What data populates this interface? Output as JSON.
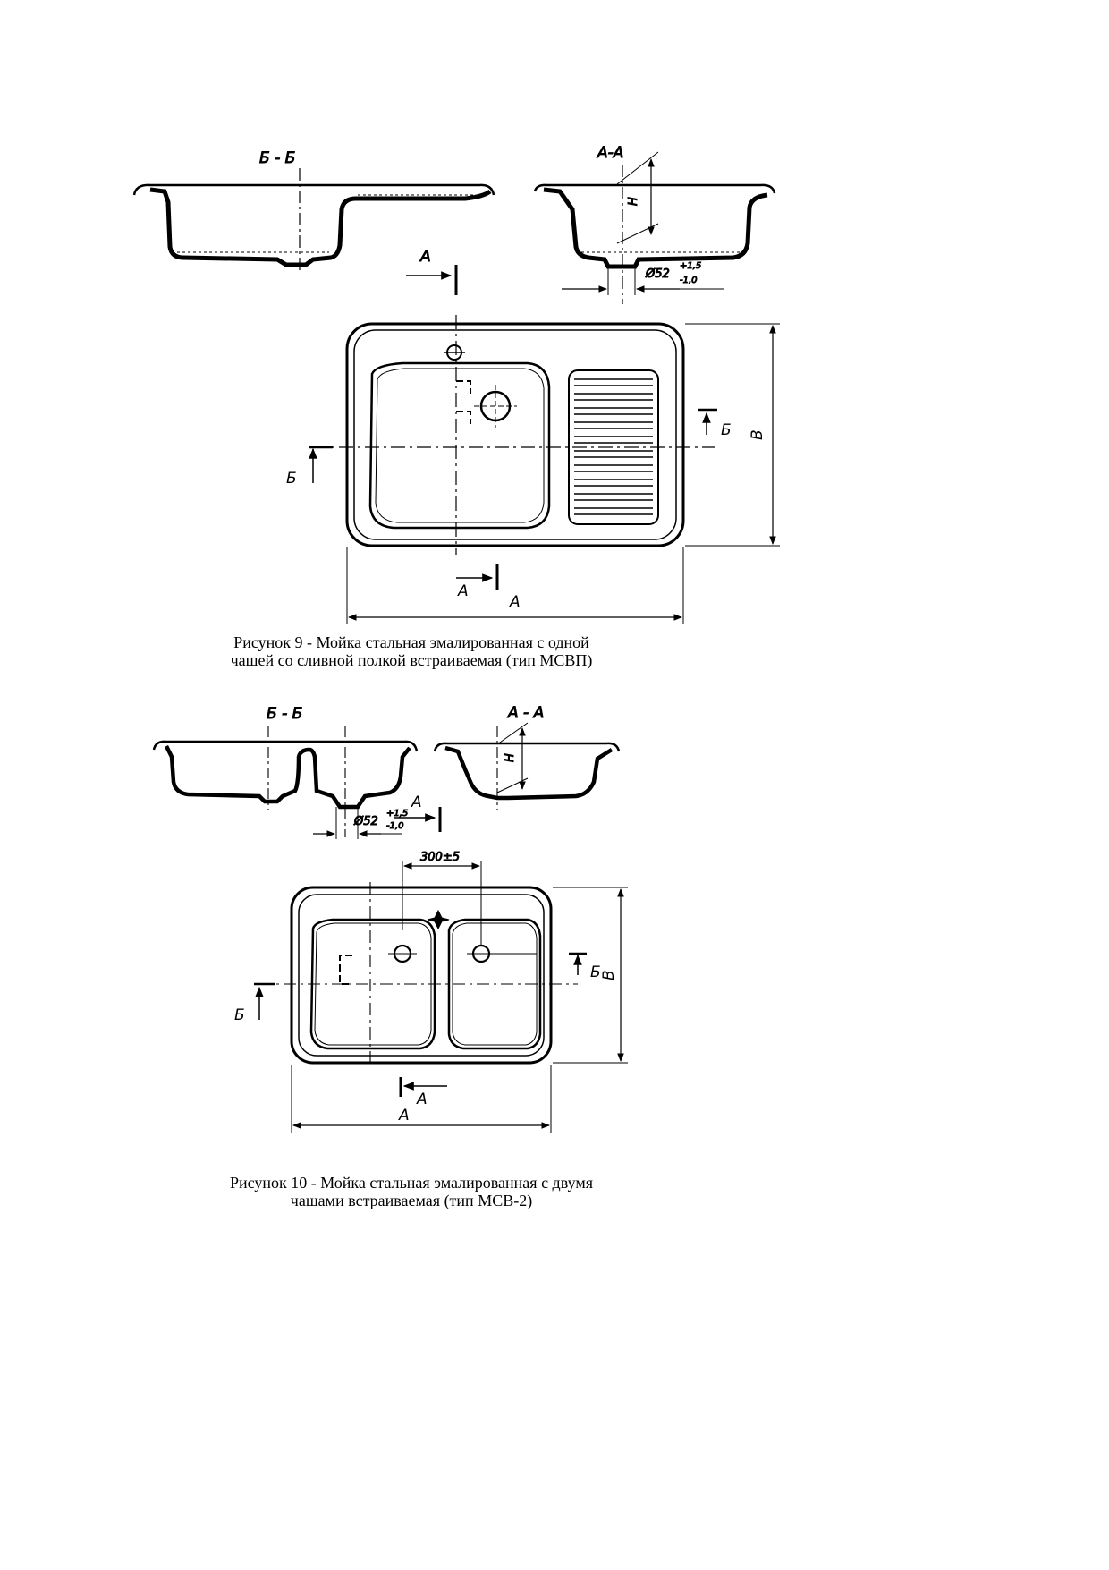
{
  "figure9": {
    "label_section_bb": "Б - Б",
    "label_section_aa": "А-А",
    "label_h": "Н",
    "drain_diameter": "Ø52",
    "tol_plus": "+1,5",
    "tol_minus": "-1,0",
    "label_a": "А",
    "label_b": "Б",
    "label_width": "А",
    "label_depth": "В",
    "caption_line1": "Рисунок 9 - Мойка стальная эмалированная с одной",
    "caption_line2": "чашей со сливной полкой встраиваемая (тип МСВП)"
  },
  "figure10": {
    "label_section_bb": "Б - Б",
    "label_section_aa": "А - А",
    "label_h": "Н",
    "drain_diameter": "Ø52",
    "tol_plus": "+1,5",
    "tol_minus": "-1,0",
    "dim_spacing": "300±5",
    "label_a": "А",
    "label_b": "Б",
    "label_width": "А",
    "label_depth": "В",
    "caption_line1": "Рисунок 10 - Мойка стальная эмалированная с двумя",
    "caption_line2": "чашами встраиваемая (тип МСВ-2)"
  }
}
